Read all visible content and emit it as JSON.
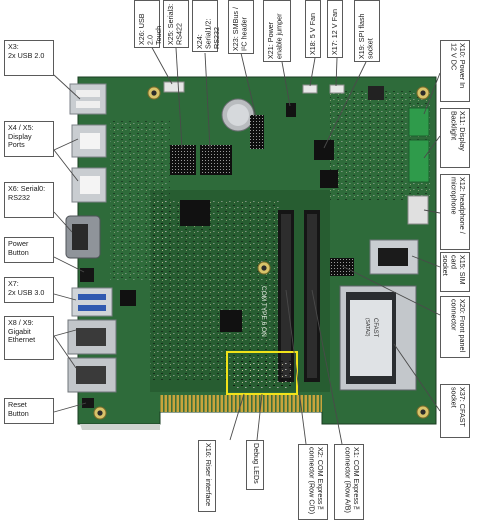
{
  "labels": {
    "x3": "X3:\n2x USB 2.0",
    "x4x5": "X4 / X5:\nDisplay Ports",
    "x6": "X6: Serial0:\nRS232",
    "power_button": "Power\nButton",
    "x7": "X7:\n2x USB 3.0",
    "x8x9": "X8 / X9:\nGigabit\nEthernet",
    "reset_button": "Reset\nButton",
    "x26": "X26: USB 2.0\nTouch",
    "x25": "X25: Serial3:\nRS422",
    "x24": "X24: Serial1/2:\nRS232",
    "x23": "X23: SMBus /\nI²C header",
    "x21": "X21: Power\nenable jumper",
    "x18": "X18: 5 V Fan",
    "x17": "X17: 12 V Fan",
    "x19": "X19: SPI flash\nsocket",
    "x10": "X10: Power In\n12 V DC",
    "x11": "X11: Display\nBacklight",
    "x12": "X12: headphone /\nmicrophone",
    "x15": "X15: SIM\ncard socket",
    "x20": "X20: Front panel\nconnector",
    "x37": "X37: CFAST\nsocket",
    "x16": "X16: Riser interface",
    "debug_leds": "Debug LEDs",
    "x2": "X2: COM Express™\nconnector (Row C/D)",
    "x1": "X1: COM Express™\nconnector (Row A/B)"
  },
  "silkscreen": {
    "module_text": "COM TYPE 6 ON",
    "cfast_text": "CFAST",
    "cfast_sub": "(SATA2)"
  },
  "colors": {
    "pcb": "#2e6b3a",
    "pcb_dark": "#1f4f2a",
    "connector_black": "#141414",
    "metal": "#c9cdd1",
    "gold": "#c9a43c",
    "highlight": "#f1e31a"
  }
}
